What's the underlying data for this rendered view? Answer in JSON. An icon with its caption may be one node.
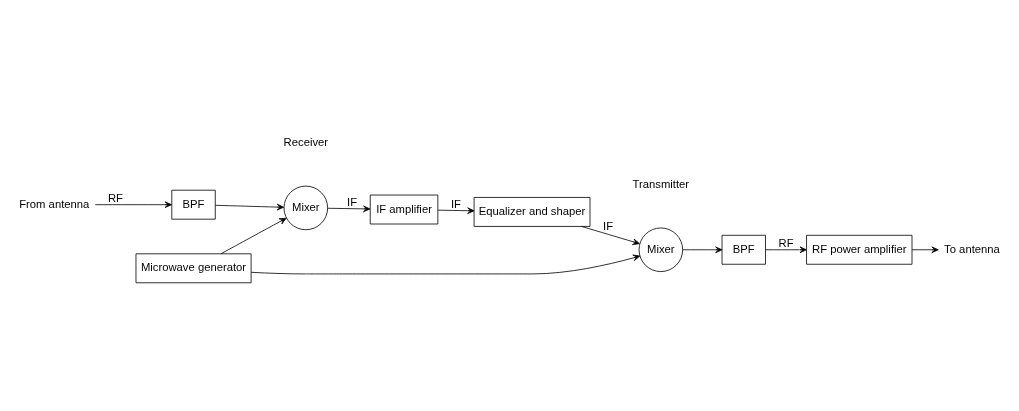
{
  "diagram": {
    "nodes": [
      {
        "text": [
          "From antenna"
        ]
      },
      {
        "text": [
          "BPF"
        ]
      },
      {
        "text": [
          "Mixer"
        ]
      },
      {
        "text": [
          "IF amplifier"
        ]
      },
      {
        "text": [
          "Equalizer and shaper"
        ]
      },
      {
        "text": [
          "Mixer"
        ]
      },
      {
        "text": [
          "BPF"
        ]
      },
      {
        "text": [
          "RF power amplifier"
        ]
      },
      {
        "text": [
          "To antenna"
        ]
      },
      {
        "text": [
          "Microwave generator"
        ]
      }
    ],
    "edges": [
      {
        "from": 0,
        "to": 1,
        "arrow": "to",
        "label": "RF"
      },
      {
        "from": 1,
        "to": 2,
        "arrow": "to"
      },
      {
        "from": 2,
        "to": 3,
        "arrow": "to",
        "label": "IF"
      },
      {
        "from": 3,
        "to": 4,
        "arrow": "to",
        "label": "IF"
      },
      {
        "from": 4,
        "to": 5,
        "arrow": "to",
        "label": "IF"
      },
      {
        "from": 5,
        "to": 6,
        "arrow": "to"
      },
      {
        "from": 6,
        "to": 7,
        "arrow": "to",
        "label": "RF"
      },
      {
        "from": 7,
        "to": 8,
        "arrow": "to"
      },
      {
        "from": 9,
        "to": 2,
        "arrow": "to"
      },
      {
        "from": 9,
        "to": 5,
        "arrow": "to"
      }
    ],
    "labels": [
      "Receiver",
      "Transmitter"
    ]
  }
}
